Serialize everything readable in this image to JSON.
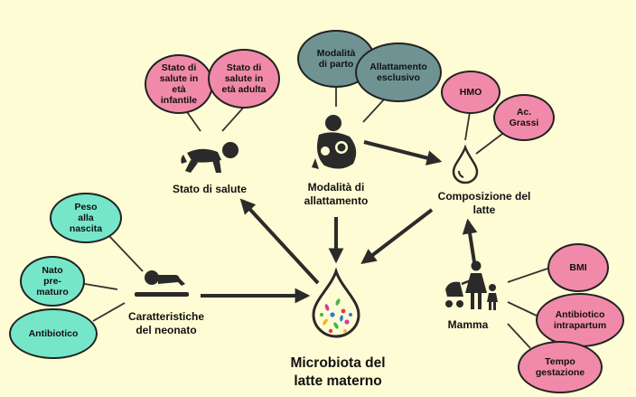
{
  "colors": {
    "background": "#fdfcd4",
    "pink": "#f18aaa",
    "teal": "#76e6c9",
    "slate": "#6f9393",
    "outline": "#222222"
  },
  "nodes": {
    "stato_salute": "Stato di salute",
    "allattamento": "Modalità di\nallattamento",
    "composizione": "Composizione del\nlatte",
    "neonato": "Caratteristiche\ndel neonato",
    "mamma": "Mamma",
    "microbiota": "Microbiota del\nlatte materno"
  },
  "bubbles": {
    "infantile": "Stato di\nsalute in\netà\ninfantile",
    "adulta": "Stato di\nsalute in\netà adulta",
    "parto": "Modalità\ndi parto",
    "esclusivo": "Allattamento\nesclusivo",
    "hmo": "HMO",
    "grassi": "Ac.\nGrassi",
    "peso": "Peso\nalla\nnascita",
    "prematuro": "Nato\npre-\nmaturo",
    "antibiotico": "Antibiotico",
    "bmi": "BMI",
    "intrapartum": "Antibiotico\nintrapartum",
    "gestazione": "Tempo\ngestazione"
  },
  "icons": {
    "stato_salute": "crawling-baby-icon",
    "allattamento": "breastfeeding-mother-icon",
    "composizione": "milk-drop-icon",
    "neonato": "lying-baby-icon",
    "mamma": "mother-stroller-child-icon",
    "microbiota": "microbiota-drop-icon"
  }
}
